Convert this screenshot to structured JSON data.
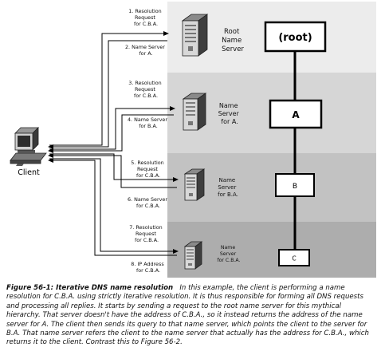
{
  "client": {
    "label": "Client"
  },
  "servers": [
    {
      "label": [
        "Root",
        "Name",
        "Server"
      ]
    },
    {
      "label": [
        "Name",
        "Server",
        "for A."
      ]
    },
    {
      "label": [
        "Name",
        "Server",
        "for B.A."
      ]
    },
    {
      "label": [
        "Name",
        "Server",
        "for C.B.A."
      ]
    }
  ],
  "hierarchy": [
    {
      "label": "(root)"
    },
    {
      "label": "A"
    },
    {
      "label": "B"
    },
    {
      "label": "C"
    }
  ],
  "messages": [
    {
      "lines": [
        "1. Resolution",
        "Request",
        "for C.B.A."
      ]
    },
    {
      "lines": [
        "2. Name Server",
        "for A."
      ]
    },
    {
      "lines": [
        "3. Resolution",
        "Request",
        "for C.B.A."
      ]
    },
    {
      "lines": [
        "4. Name Server",
        "for B.A."
      ]
    },
    {
      "lines": [
        "5. Resolution",
        "Request",
        "for C.B.A."
      ]
    },
    {
      "lines": [
        "6. Name Server",
        "for C.B.A."
      ]
    },
    {
      "lines": [
        "7. Resolution",
        "Request",
        "for C.B.A."
      ]
    },
    {
      "lines": [
        "8. IP Address",
        "for C.B.A."
      ]
    }
  ],
  "caption": {
    "title": "Figure 56-1: Iterative DNS name resolution",
    "text": "In this example, the client is performing a name resolution for C.B.A. using strictly iterative resolution. It is thus responsible for forming all DNS requests and processing all replies. It starts by sending a request to the root name server for this mythical hierarchy. That server doesn't have the address of C.B.A., so it instead returns the address of the name server for A. The client then sends its query to that name server, which points the client to the server for B.A. That name server refers the client to the name server that actually has the address for C.B.A., which returns it to the client. Contrast this to Figure 56-2."
  },
  "colors": {
    "band1": "#ececec",
    "band2": "#d6d6d6",
    "band3": "#c2c2c2",
    "band4": "#adadad",
    "line": "#000000",
    "box": "#ffffff"
  }
}
